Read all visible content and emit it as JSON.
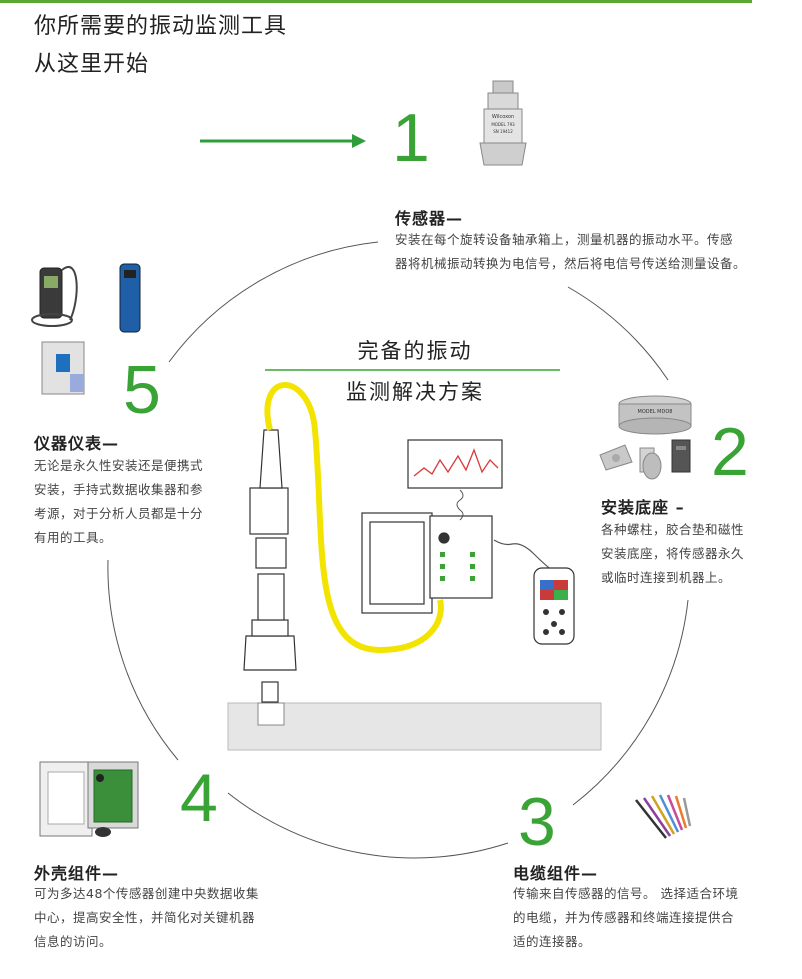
{
  "header": {
    "line1": "你所需要的振动监测工具",
    "line2": "从这里开始"
  },
  "center": {
    "line1": "完备的振动",
    "line2": "监测解决方案"
  },
  "steps": [
    {
      "number": "1",
      "title": "传感器—",
      "desc_lines": [
        "安装在每个旋转设备轴承箱上，测量机器的振动水平。传感",
        "器将机械振动转换为电信号，然后将电信号传送给测量设备。"
      ]
    },
    {
      "number": "2",
      "title": "安装底座 –",
      "desc_lines": [
        "各种螺柱，胶合垫和磁性",
        "安装底座，将传感器永久",
        "或临时连接到机器上。"
      ]
    },
    {
      "number": "3",
      "title": "电缆组件—",
      "desc_lines": [
        "传输来自传感器的信号。 选择适合环境",
        "的电缆，并为传感器和终端连接提供合",
        "适的连接器。"
      ]
    },
    {
      "number": "4",
      "title": "外壳组件—",
      "desc_lines": [
        "可为多达48个传感器创建中央数据收集",
        "中心，提高安全性，并简化对关键机器",
        "信息的访问。"
      ]
    },
    {
      "number": "5",
      "title": "仪器仪表—",
      "desc_lines": [
        "无论是永久性安装还是便携式",
        "安装，手持式数据收集器和参",
        "考源，对于分析人员都是十分",
        "有用的工具。"
      ]
    }
  ],
  "sensor_label": {
    "brand": "Wilcoxon",
    "model": "MODEL 793",
    "serial": "SN 19412"
  },
  "base_label": "MODEL MDO8",
  "colors": {
    "accent_green": "#3aa335",
    "arrow_green": "#2e9e3a",
    "cable_yellow": "#f2e400"
  }
}
